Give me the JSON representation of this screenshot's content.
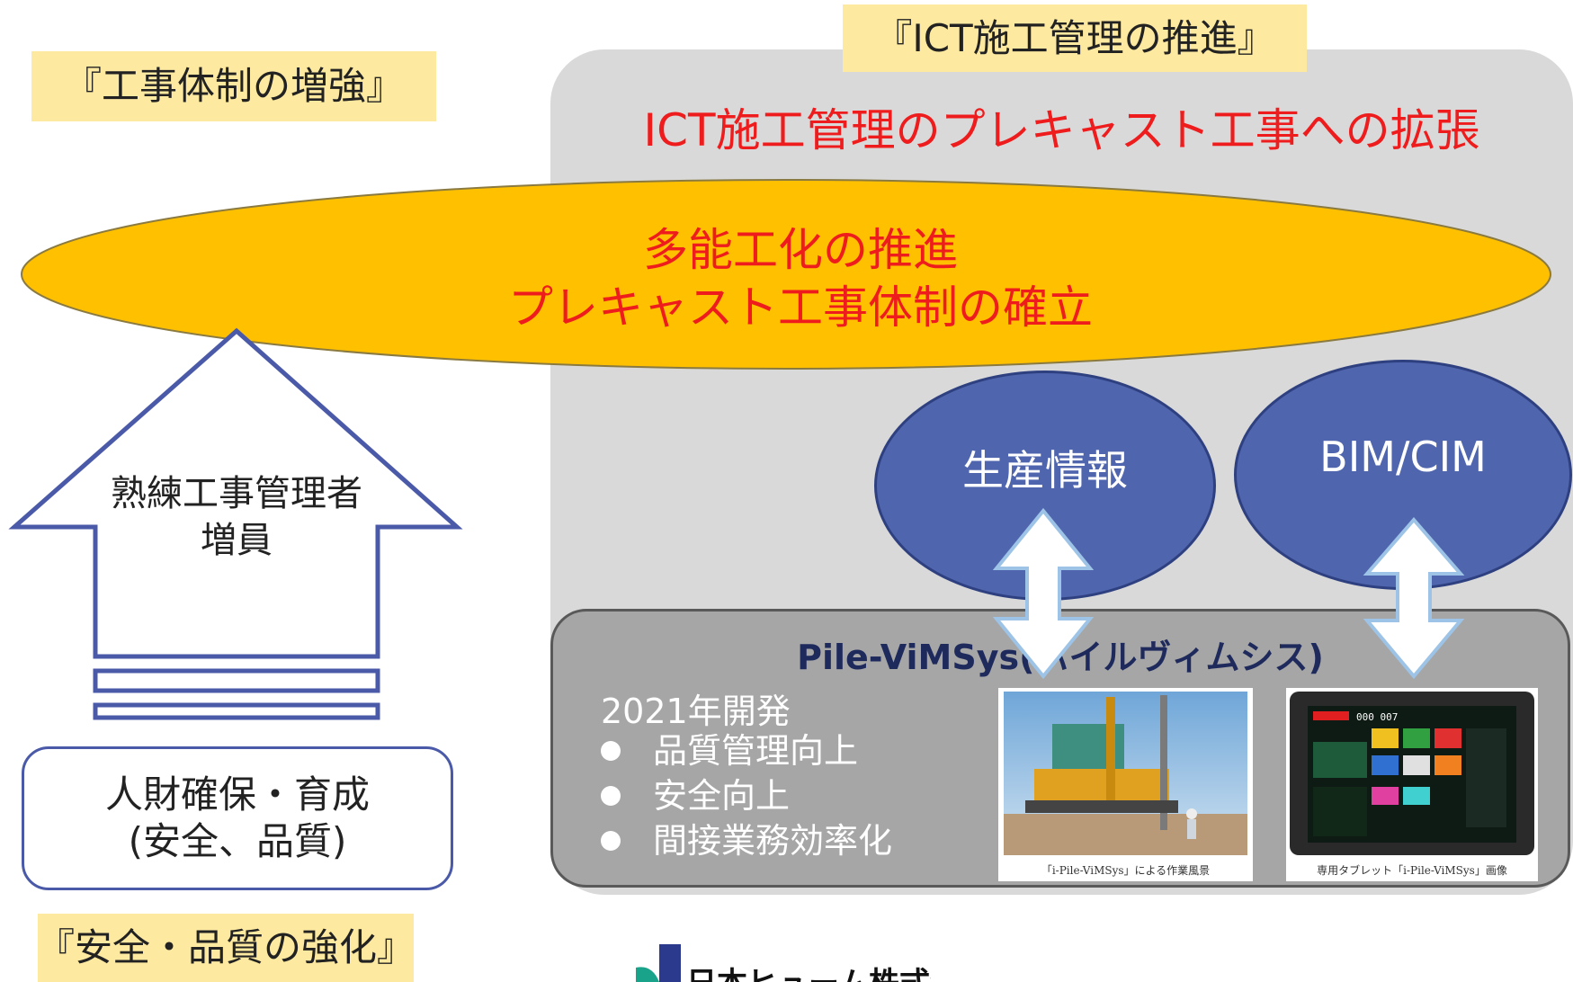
{
  "labels": {
    "workforce_tag": "『工事体制の増強』",
    "ict_tag": "『ICT施工管理の推進』",
    "safety_tag": "『安全・品質の強化』"
  },
  "ict_heading": "ICT施工管理のプレキャスト工事への拡張",
  "main_ellipse": {
    "line1": "多能工化の推進",
    "line2": "プレキャスト工事体制の確立"
  },
  "arrow": {
    "line1": "熟練工事管理者",
    "line2": "増員"
  },
  "foundation_box": {
    "line1": "人財確保・育成",
    "line2": "(安全、品質)"
  },
  "nodes": {
    "production_info": "生産情報",
    "bim_cim": "BIM/CIM"
  },
  "pile_system": {
    "title": "Pile-ViMSys(パイルヴィムシス)",
    "year": "2021年開発",
    "bullets": [
      "品質管理向上",
      "安全向上",
      "間接業務効率化"
    ],
    "photo1_caption": "「i-Pile-ViMSys」による作業風景",
    "photo2_caption": "専用タブレット「i-Pile-ViMSys」画像",
    "tablet_readout": "000 007"
  },
  "logo": {
    "text": "日本ヒューム株式会社"
  },
  "colors": {
    "tag_bg": "#fde9a0",
    "panel_gray": "#d9d9d9",
    "ellipse_gold": "#ffc000",
    "heading_red": "#ee1c1c",
    "node_blue": "#4f65ae",
    "arrow_outline": "#4a5aa8"
  }
}
